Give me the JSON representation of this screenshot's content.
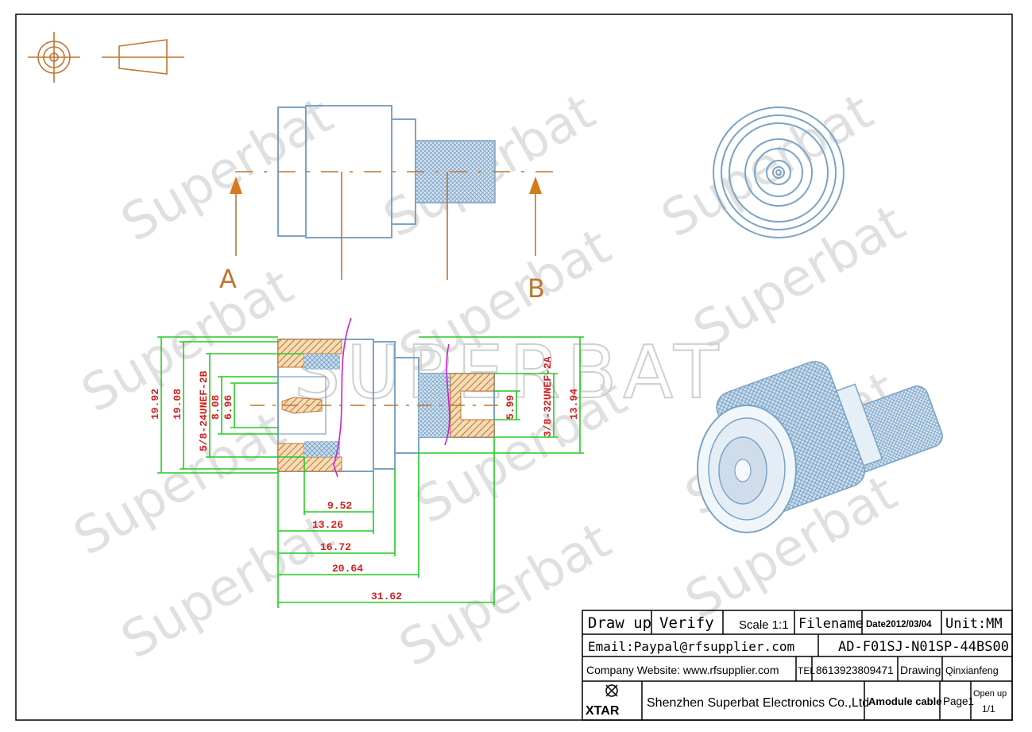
{
  "watermark": {
    "small": "Superbat",
    "big": "SUPERBAT"
  },
  "labels": {
    "section_a": "A",
    "section_b": "B"
  },
  "dimensions": {
    "d_19_92": "19.92",
    "d_19_08": "19.08",
    "thread_left": "5/8-24UNEF-2B",
    "d_8_08": "8.08",
    "d_6_96": "6.96",
    "d_5_99": "5.99",
    "thread_right": "3/8-32UNEF-2A",
    "d_13_94": "13.94",
    "d_9_52": "9.52",
    "d_13_26": "13.26",
    "d_16_72": "16.72",
    "d_20_64": "20.64",
    "d_31_62": "31.62"
  },
  "title_block": {
    "draw_up": "Draw up",
    "verify": "Verify",
    "scale": "Scale 1:1",
    "filename": "Filename",
    "date": "Date2012/03/04",
    "unit": "Unit:MM",
    "email": "Email:Paypal@rfsupplier.com",
    "part_no": "AD-F01SJ-N01SP-44BS00",
    "website": "Company Website:  www.rfsupplier.com",
    "tel_label": "TEL",
    "tel": "8613923809471",
    "drawing": "Drawing",
    "drawer": "Qinxianfeng",
    "logo": "XTAR",
    "company": "Shenzhen Superbat Electronics Co.,Ltd",
    "product": "Amodule cable",
    "page": "Page1",
    "open_up": "Open up",
    "open_up_count": "1/1"
  },
  "colors": {
    "part_outline": "#7ba3c6",
    "cut_line": "#c0752e",
    "dimension_line": "#22cc22",
    "dimension_text": "#d22020",
    "section_line": "#d020d0"
  }
}
